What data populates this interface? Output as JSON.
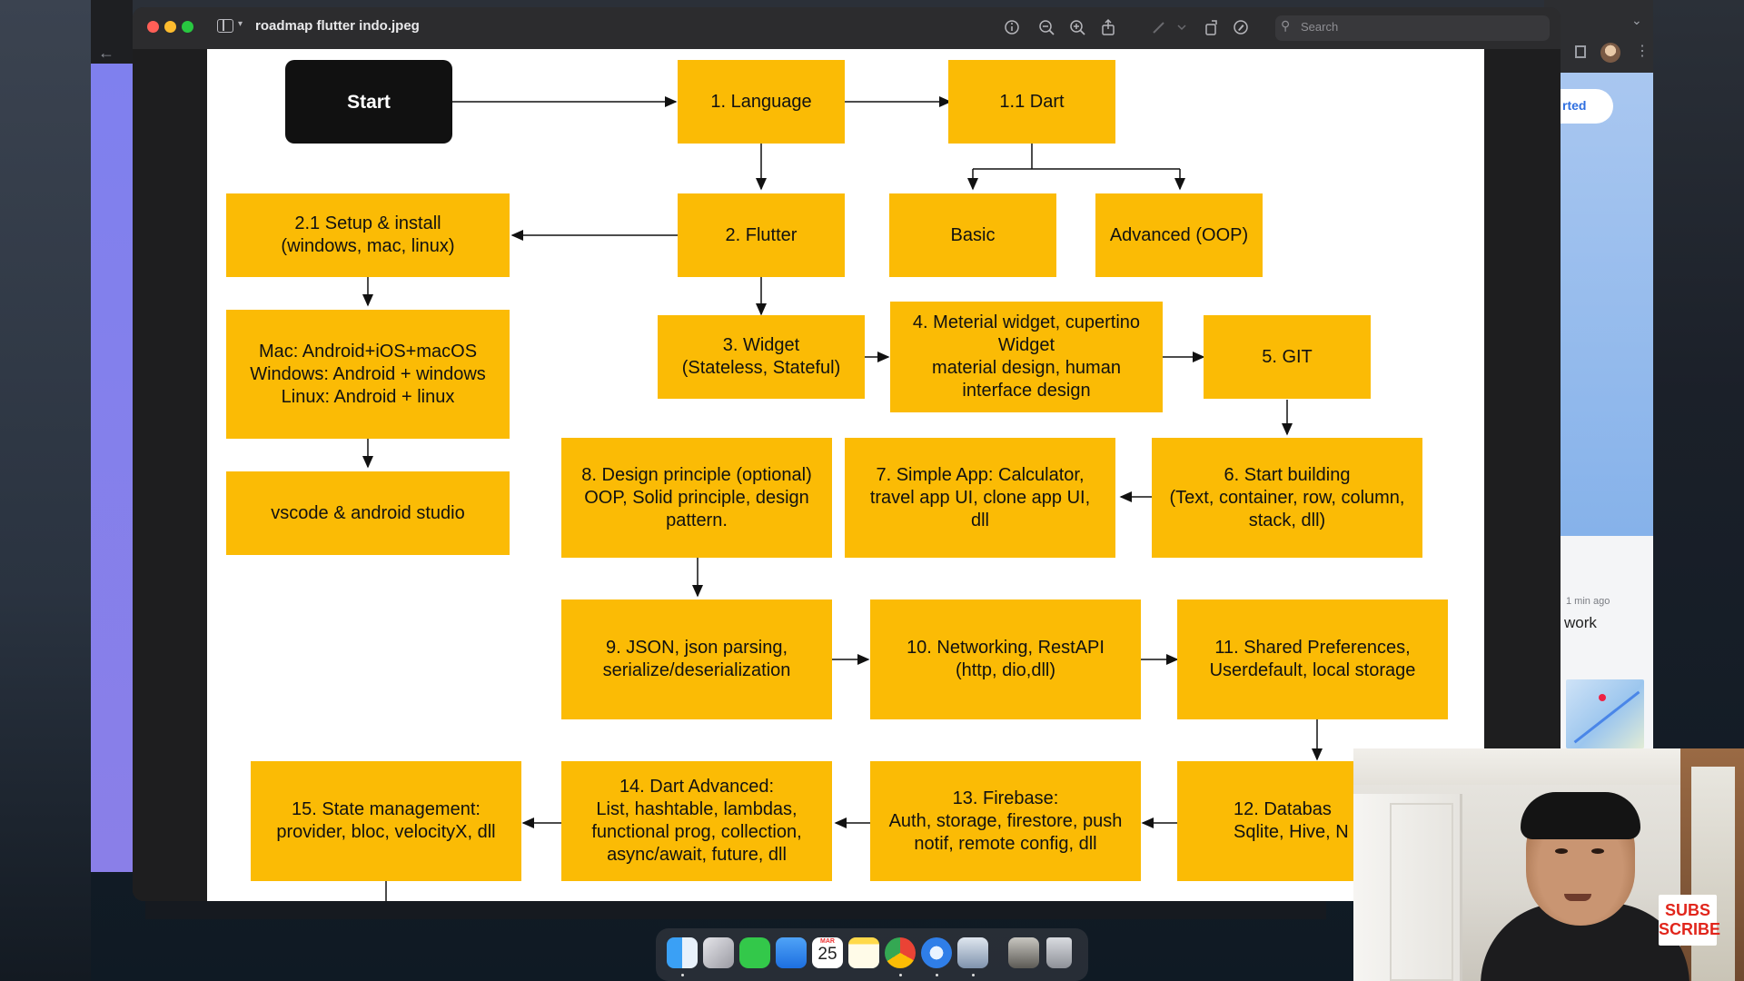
{
  "window": {
    "title": "roadmap flutter indo.jpeg",
    "search_placeholder": "Search"
  },
  "toolbar_icons": [
    "info-icon",
    "zoom-out-icon",
    "zoom-in-icon",
    "share-icon",
    "markup-pen-icon",
    "rotate-icon",
    "markup-icon"
  ],
  "background_app": {
    "button_partial": "rted",
    "time_text": "1 min ago",
    "snippet_text": "work"
  },
  "flowchart": {
    "start": "Start",
    "language": "1. Language",
    "dart": "1.1 Dart",
    "flutter": "2. Flutter",
    "basic": "Basic",
    "advanced_oop": "Advanced (OOP)",
    "setup_l1": "2.1 Setup & install",
    "setup_l2": "(windows, mac, linux)",
    "platforms_l1": "Mac: Android+iOS+macOS",
    "platforms_l2": "Windows: Android + windows",
    "platforms_l3": "Linux: Android + linux",
    "ide": "vscode & android studio",
    "widget_l1": "3. Widget",
    "widget_l2": "(Stateless, Stateful)",
    "material_l1": "4. Meterial widget, cupertino",
    "material_l2": "Widget",
    "material_l3": "material design, human",
    "material_l4": "interface design",
    "git": "5. GIT",
    "start_building_l1": "6. Start building",
    "start_building_l2": "(Text, container, row, column,",
    "start_building_l3": "stack, dll)",
    "simple_app_l1": "7. Simple App: Calculator,",
    "simple_app_l2": "travel app UI, clone app UI,",
    "simple_app_l3": "dll",
    "design_l1": "8. Design principle (optional)",
    "design_l2": "OOP, Solid principle, design",
    "design_l3": "pattern.",
    "json_l1": "9. JSON, json parsing,",
    "json_l2": "serialize/deserialization",
    "networking_l1": "10. Networking, RestAPI",
    "networking_l2": "(http, dio,dll)",
    "shared_l1": "11. Shared Preferences,",
    "shared_l2": "Userdefault, local storage",
    "database_l1": "12. Databas",
    "database_l2": "Sqlite, Hive, N",
    "firebase_l1": "13. Firebase:",
    "firebase_l2": "Auth, storage, firestore, push",
    "firebase_l3": "notif, remote config, dll",
    "dart_adv_l1": "14. Dart Advanced:",
    "dart_adv_l2": "List, hashtable, lambdas,",
    "dart_adv_l3": "functional prog, collection,",
    "dart_adv_l4": "async/await, future, dll",
    "state_l1": "15. State management:",
    "state_l2": "provider, bloc, velocityX, dll"
  },
  "dock": {
    "calendar_month": "MAR",
    "calendar_day": "25",
    "apps": [
      "finder-icon",
      "launchpad-icon",
      "messages-icon",
      "mail-icon",
      "calendar-icon",
      "notes-icon",
      "chrome-icon",
      "safari-icon",
      "preview-icon",
      "photo-booth-icon",
      "trash-icon"
    ]
  },
  "webcam": {
    "subscribe_l1": "SUBS",
    "subscribe_l2": "SCRIBE"
  },
  "colors": {
    "box_fill": "#fbbb05",
    "start_fill": "#111111",
    "canvas": "#ffffff"
  }
}
